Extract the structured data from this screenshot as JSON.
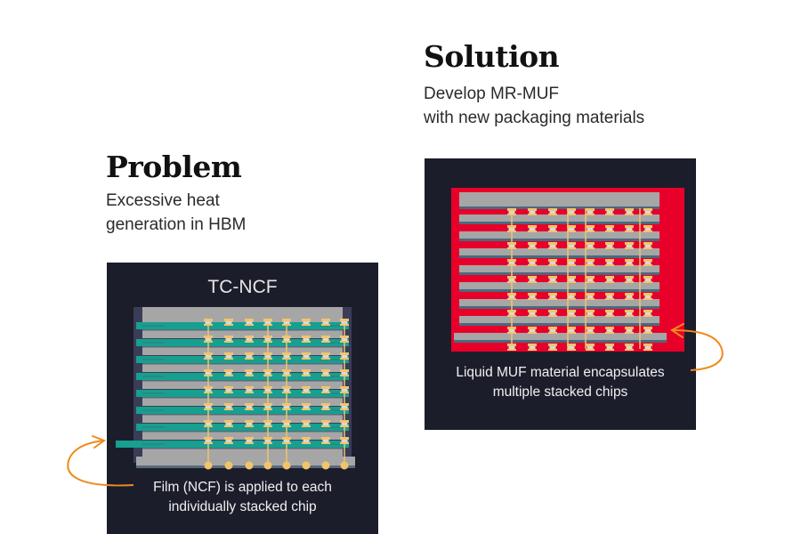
{
  "problem": {
    "heading": "Problem",
    "description_lines": [
      "Excessive heat",
      "generation in HBM"
    ],
    "panel": {
      "title": "TC-NCF",
      "caption_lines": [
        "Film (NCF) is applied to each",
        "individually stacked chip"
      ],
      "ncf_layer_count": 8,
      "colors": {
        "background": "#1c1d2b",
        "die": "#a6a6a6",
        "ncf_film": "#15a090",
        "bump": "#f2c46a",
        "wire": "#f2c46a",
        "arrow": "#f08a1c"
      }
    }
  },
  "solution": {
    "heading": "Solution",
    "description_lines": [
      "Develop MR-MUF",
      "with new packaging materials"
    ],
    "panel": {
      "caption_lines": [
        "Liquid MUF material encapsulates",
        "multiple stacked chips"
      ],
      "die_count": 9,
      "colors": {
        "background": "#1c1d2b",
        "muf": "#e8002a",
        "die": "#a6a6a6",
        "bump": "#f2c46a",
        "arrow": "#f08a1c"
      }
    }
  }
}
